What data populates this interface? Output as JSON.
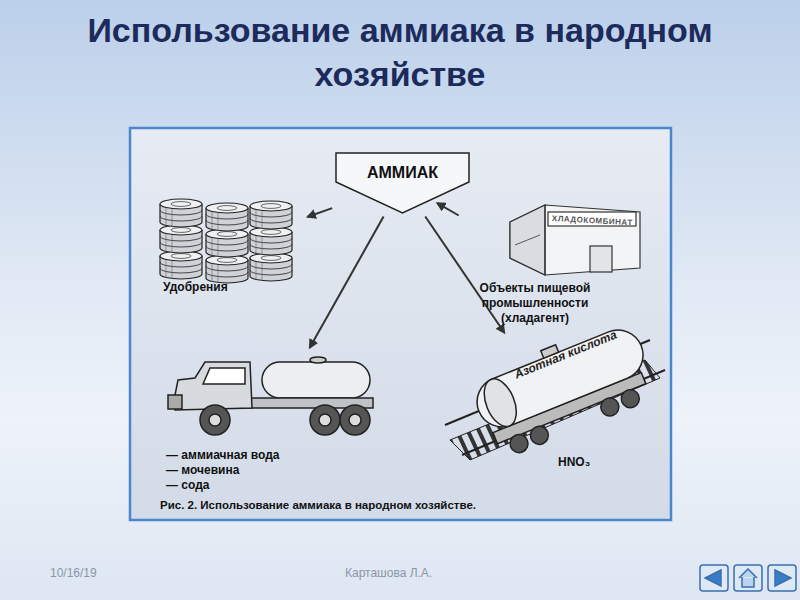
{
  "diagram": {
    "title": "Использование аммиака в народном хозяйстве",
    "caption": "Рис. 2. Использование аммиака в народном хозяйстве.",
    "nodes": [
      {
        "text": [
          "АММИАК"
        ]
      },
      {
        "text": [
          "Удобрения"
        ]
      },
      {
        "text": [
          "Объекты пищевой промышленности (хладагент)"
        ]
      },
      {
        "text": [
          "— аммиачная вода",
          "— мочевина",
          "— сода"
        ]
      },
      {
        "text": [
          "HNO₃"
        ]
      }
    ],
    "edges": [
      {
        "from": 0,
        "to": 1,
        "arrow": "to"
      },
      {
        "from": 0,
        "to": 2,
        "arrow": "to"
      },
      {
        "from": 0,
        "to": 3,
        "arrow": "to"
      },
      {
        "from": 0,
        "to": 4,
        "arrow": "to"
      }
    ],
    "labels": [
      "ХЛАДОКОМБИНАТ",
      "Азотная кислота",
      "10/16/19",
      "Карташова Л.А."
    ]
  }
}
